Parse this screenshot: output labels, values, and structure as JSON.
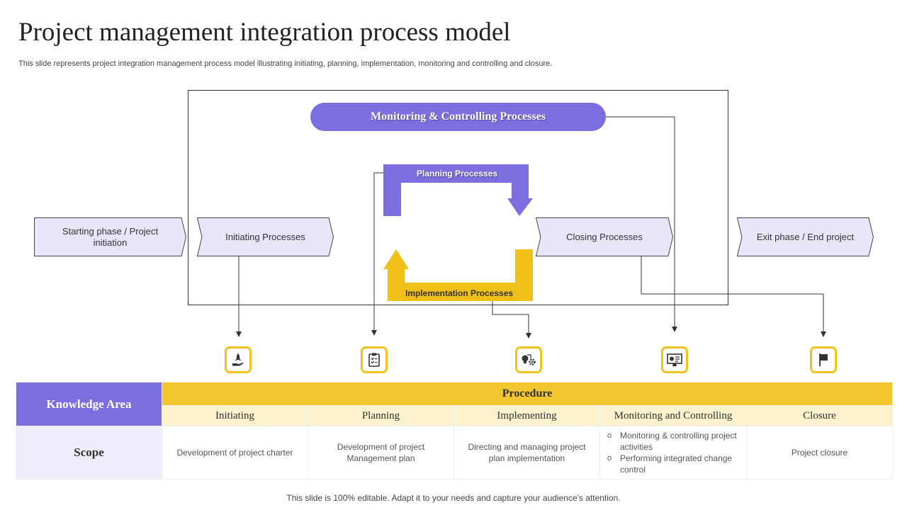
{
  "title": "Project management integration process model",
  "subtitle": "This slide represents project integration management process model illustrating initiating, planning, implementation, monitoring and controlling and closure.",
  "diagram": {
    "monitoring_label": "Monitoring & Controlling Processes",
    "planning_label": "Planning Processes",
    "implementation_label": "Implementation Processes",
    "start_label": "Starting phase / Project initiation",
    "initiating_label": "Initiating Processes",
    "closing_label": "Closing Processes",
    "exit_label": "Exit phase / End project"
  },
  "icons": [
    "rocket-hand-icon",
    "clipboard-checklist-icon",
    "bulb-gear-icon",
    "monitor-chart-icon",
    "flag-icon"
  ],
  "table": {
    "knowledge_area": "Knowledge Area",
    "procedure": "Procedure",
    "columns": [
      "Initiating",
      "Planning",
      "Implementing",
      "Monitoring and Controlling",
      "Closure"
    ],
    "scope_label": "Scope",
    "scope": {
      "initiating": "Development  of project charter",
      "planning": "Development  of project Management plan",
      "implementing": "Directing and managing project plan implementation",
      "monitoring": [
        "Monitoring  & controlling project activities",
        "Performing  integrated change control"
      ],
      "closure": "Project closure"
    }
  },
  "footer": "This slide is 100% editable. Adapt it to your needs and capture your audience's attention.",
  "colors": {
    "purple": "#7b6fe0",
    "lavender": "#e9e6fb",
    "yellow": "#f2c31b",
    "cream": "#fcf2cb"
  }
}
